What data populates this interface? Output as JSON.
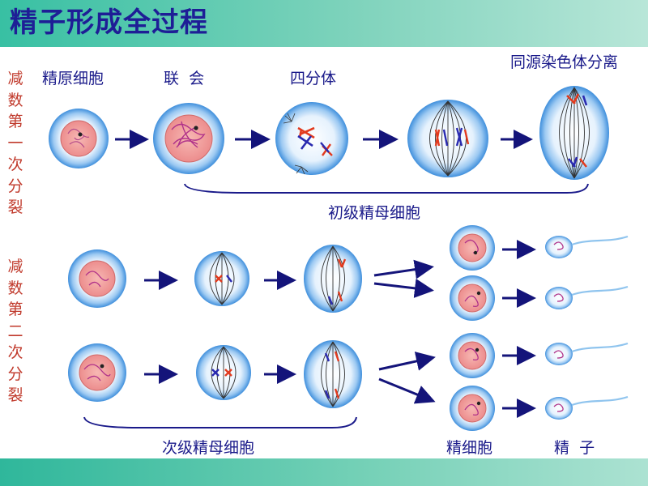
{
  "title": "精子形成全过程",
  "sections": {
    "meiosis1": "减数第一次分裂",
    "meiosis2": "减数第二次分裂"
  },
  "stage_labels": {
    "spermatogonium": "精原细胞",
    "synapsis": "联  会",
    "tetrad": "四分体",
    "homolog_separation": "同源染色体分离",
    "primary_spermatocyte": "初级精母细胞",
    "secondary_spermatocyte": "次级精母细胞",
    "spermatid": "精细胞",
    "sperm": "精  子"
  },
  "colors": {
    "title": "#1e1e96",
    "label": "#1a1a8a",
    "side_label": "#c0392b",
    "cell_outer": "#4b9be0",
    "cell_inner": "#e7f3fd",
    "nucleus": "#f2a0a0",
    "arrow": "#14147a",
    "chromosome_red": "#e23a1e",
    "chromosome_blue": "#2a2ab0"
  }
}
